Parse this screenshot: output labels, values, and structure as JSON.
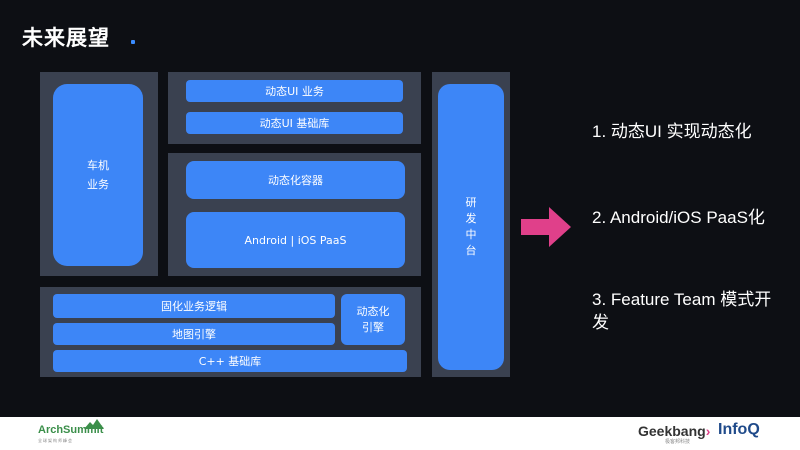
{
  "slide": {
    "title": "未来展望"
  },
  "diagram": {
    "car_business": [
      "车机",
      "业务"
    ],
    "dynamic_ui_business": "动态UI 业务",
    "dynamic_ui_base": "动态UI 基础库",
    "dynamic_container": "动态化容器",
    "paas": "Android | iOS PaaS",
    "rd_platform": [
      "研",
      "发",
      "中",
      "台"
    ],
    "fixed_logic": "固化业务逻辑",
    "map_engine": "地图引擎",
    "dynamic_engine": [
      "动态化",
      "引擎"
    ],
    "cpp_base": "C++ 基础库"
  },
  "points": [
    "1. 动态UI 实现动态化",
    "2. Android/iOS PaaS化",
    "3. Feature Team 模式开发"
  ],
  "footer": {
    "arch_brand": "ArchSummit",
    "arch_sub": "全球架构师峰会",
    "geek_brand": "Geekbang",
    "geek_mark": "›",
    "geek_sub": "极客邦科技",
    "infoq_brand": "InfoQ"
  },
  "colors": {
    "background": "#0d0f14",
    "panel": "#3a4150",
    "block": "#3d86f7",
    "arrow": "#e0408a"
  }
}
